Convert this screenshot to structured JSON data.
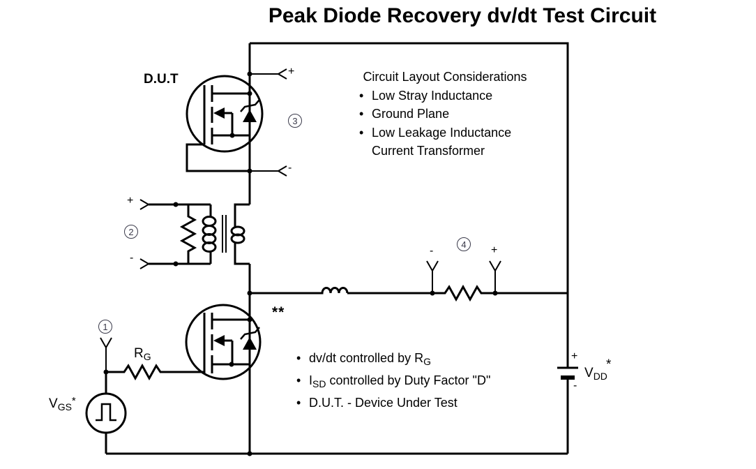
{
  "title": "Peak Diode Recovery dv/dt Test Circuit",
  "colors": {
    "line": "#000000",
    "background": "#ffffff",
    "marker": "#3a3a4a"
  },
  "labels": {
    "dut": "D.U.T",
    "double_asterisk": "**",
    "gate_resistor": {
      "base": "R",
      "sub": "G"
    },
    "gate_source_voltage": {
      "base": "V",
      "sub": "GS",
      "sup": "*"
    },
    "supply_voltage": {
      "base": "V",
      "sub": "DD",
      "sup": "*"
    }
  },
  "markers": {
    "m1": "1",
    "m2": "2",
    "m3": "3",
    "m4": "4"
  },
  "glyphs": {
    "bullet": "•"
  },
  "probes": {
    "dut_plus": "+",
    "dut_minus": "-",
    "xfmr_plus": "+",
    "xfmr_minus": "-",
    "shunt_minus": "-",
    "shunt_plus": "+",
    "battery_plus": "+",
    "battery_minus": "-"
  },
  "layout_notes": {
    "heading": "Circuit Layout Considerations",
    "bullets": [
      "Low Stray Inductance",
      "Ground Plane",
      "Low Leakage Inductance"
    ],
    "continuation": "Current Transformer"
  },
  "test_notes": {
    "b1": {
      "pre": "dv/dt controlled by R",
      "sub": "G"
    },
    "b2": {
      "pre": "I",
      "sub": "SD",
      "post": " controlled by Duty Factor \"D\""
    },
    "b3": "D.U.T. - Device Under Test"
  }
}
